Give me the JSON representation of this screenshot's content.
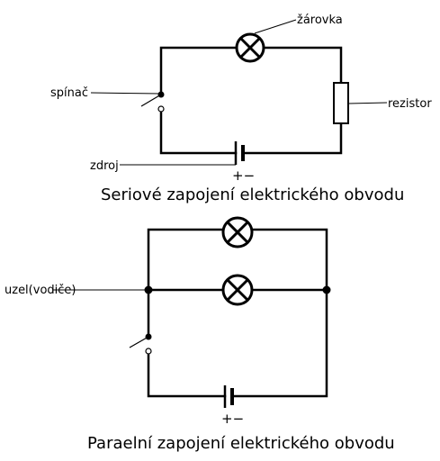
{
  "series_circuit": {
    "labels": {
      "bulb": "žárovka",
      "switch": "spínač",
      "resistor": "rezistor",
      "source": "zdroj"
    },
    "polarity": "+−",
    "caption": "Seriové zapojení elektrického obvodu"
  },
  "parallel_circuit": {
    "labels": {
      "node": "uzel(vodiče)"
    },
    "polarity": "+−",
    "caption": "Paraelní zapojení elektrického obvodu"
  },
  "colors": {
    "line": "#000000",
    "background": "#ffffff"
  }
}
